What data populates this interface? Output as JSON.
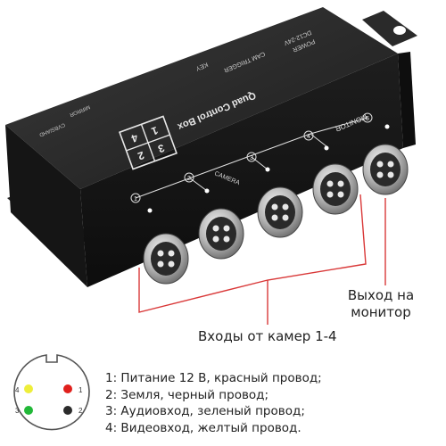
{
  "device": {
    "name_label": "Quad Control Box",
    "monitor_label": "MONITOR",
    "camera_label": "CAMERA",
    "key_label": "KEY",
    "power_label": "POWER",
    "voltage_label": "DC12-24V",
    "cam_trigger_label": "CAM TRIGGER",
    "side_labels": [
      "MIRROR",
      "CVBS/AHD"
    ],
    "quad_numbers": [
      "1",
      "2",
      "3",
      "4"
    ],
    "port_numbers": [
      "1",
      "2",
      "3",
      "4",
      "5"
    ]
  },
  "callouts": {
    "monitor_output": "Выход на монитор",
    "camera_inputs": "Входы от камер 1-4"
  },
  "pinout": {
    "pins": [
      {
        "number": "1",
        "color": "#e0201c"
      },
      {
        "number": "2",
        "color": "#2b2b2b"
      },
      {
        "number": "3",
        "color": "#22b838"
      },
      {
        "number": "4",
        "color": "#eeee3a"
      }
    ],
    "legend": [
      "1:  Питание 12 В, красный провод;",
      "2:  Земля, черный провод;",
      "3:  Аудиовход, зеленый провод;",
      "4:  Видеовход, желтый провод."
    ]
  }
}
